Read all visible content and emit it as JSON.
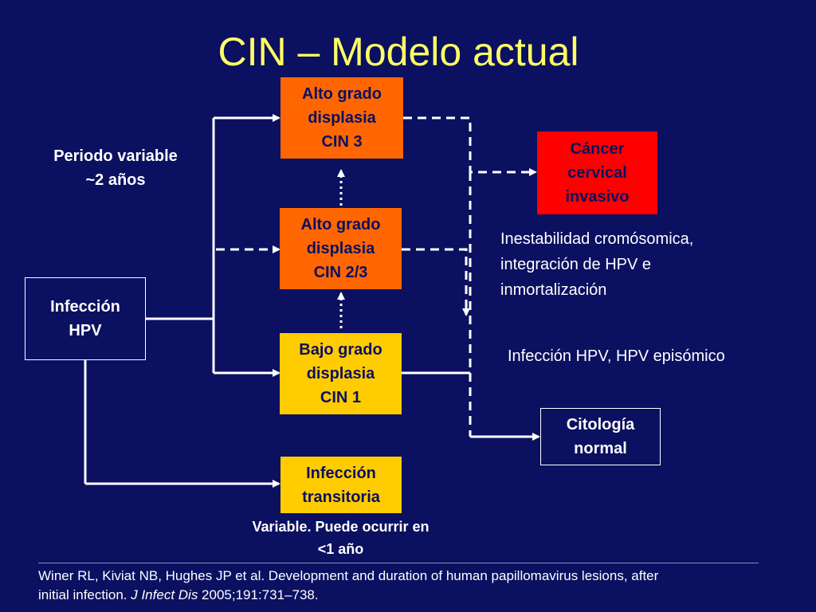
{
  "title": "CIN – Modelo actual",
  "boxes": {
    "cin3": "Alto grado\ndisplasia\nCIN 3",
    "cin23": "Alto grado\ndisplasia\nCIN 2/3",
    "cin1": "Bajo grado\ndisplasia\nCIN 1",
    "transitoria": "Infección\ntransitoria",
    "infeccion_hpv": "Infección\nHPV",
    "cancer": "Cáncer\ncervical\ninvasivo",
    "citologia": "Citología\nnormal"
  },
  "labels": {
    "periodo": "Periodo variable\n~2 años",
    "inestabilidad": "Inestabilidad cromósomica,\nintegración de HPV e\ninmortalización",
    "episomico": "Infección HPV, HPV episómico",
    "variable": "Variable. Puede ocurrir en\n<1 año"
  },
  "citation": {
    "line1": "Winer RL, Kiviat NB, Hughes JP et al. Development and duration of human papillomavirus lesions, after",
    "line2_a": "initial infection. ",
    "line2_journal": "J Infect Dis",
    "line2_b": " 2005;191:731–738."
  },
  "colors": {
    "background": "#0b1060",
    "title": "#ffff66",
    "high_grade": "#ff6600",
    "low_grade": "#ffcc00",
    "cancer": "#ff0000"
  }
}
